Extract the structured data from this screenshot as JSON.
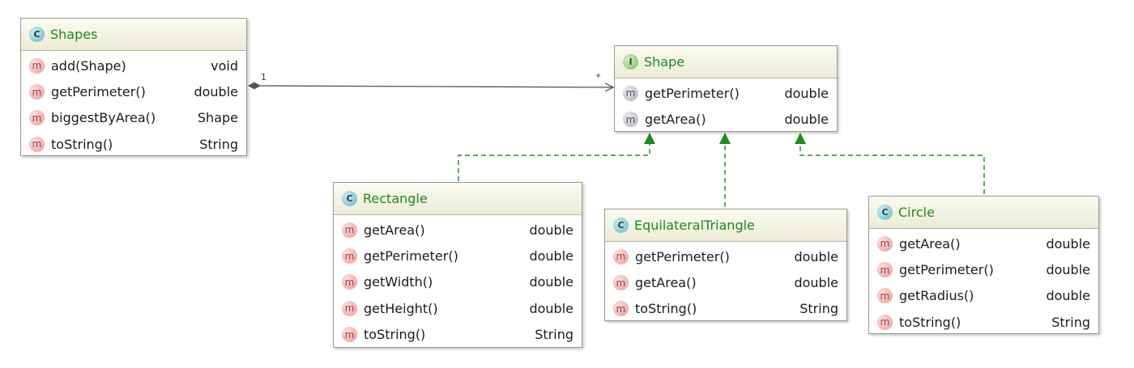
{
  "classes": {
    "shapes": {
      "kind": "C",
      "name": "Shapes",
      "methods": [
        {
          "name": "add(Shape)",
          "type": "void"
        },
        {
          "name": "getPerimeter()",
          "type": "double"
        },
        {
          "name": "biggestByArea()",
          "type": "Shape"
        },
        {
          "name": "toString()",
          "type": "String"
        }
      ]
    },
    "shape": {
      "kind": "I",
      "name": "Shape",
      "methods": [
        {
          "name": "getPerimeter()",
          "type": "double"
        },
        {
          "name": "getArea()",
          "type": "double"
        }
      ]
    },
    "rectangle": {
      "kind": "C",
      "name": "Rectangle",
      "methods": [
        {
          "name": "getArea()",
          "type": "double"
        },
        {
          "name": "getPerimeter()",
          "type": "double"
        },
        {
          "name": "getWidth()",
          "type": "double"
        },
        {
          "name": "getHeight()",
          "type": "double"
        },
        {
          "name": "toString()",
          "type": "String"
        }
      ]
    },
    "triangle": {
      "kind": "C",
      "name": "EquilateralTriangle",
      "methods": [
        {
          "name": "getPerimeter()",
          "type": "double"
        },
        {
          "name": "getArea()",
          "type": "double"
        },
        {
          "name": "toString()",
          "type": "String"
        }
      ]
    },
    "circle": {
      "kind": "C",
      "name": "Circle",
      "methods": [
        {
          "name": "getArea()",
          "type": "double"
        },
        {
          "name": "getPerimeter()",
          "type": "double"
        },
        {
          "name": "getRadius()",
          "type": "double"
        },
        {
          "name": "toString()",
          "type": "String"
        }
      ]
    }
  },
  "method_icon": "m",
  "association": {
    "source_multiplicity": "1",
    "target_multiplicity": "*"
  },
  "colors": {
    "title": "#1f8a1f",
    "realization_line": "#1e8c1e",
    "association_line": "#555555"
  }
}
